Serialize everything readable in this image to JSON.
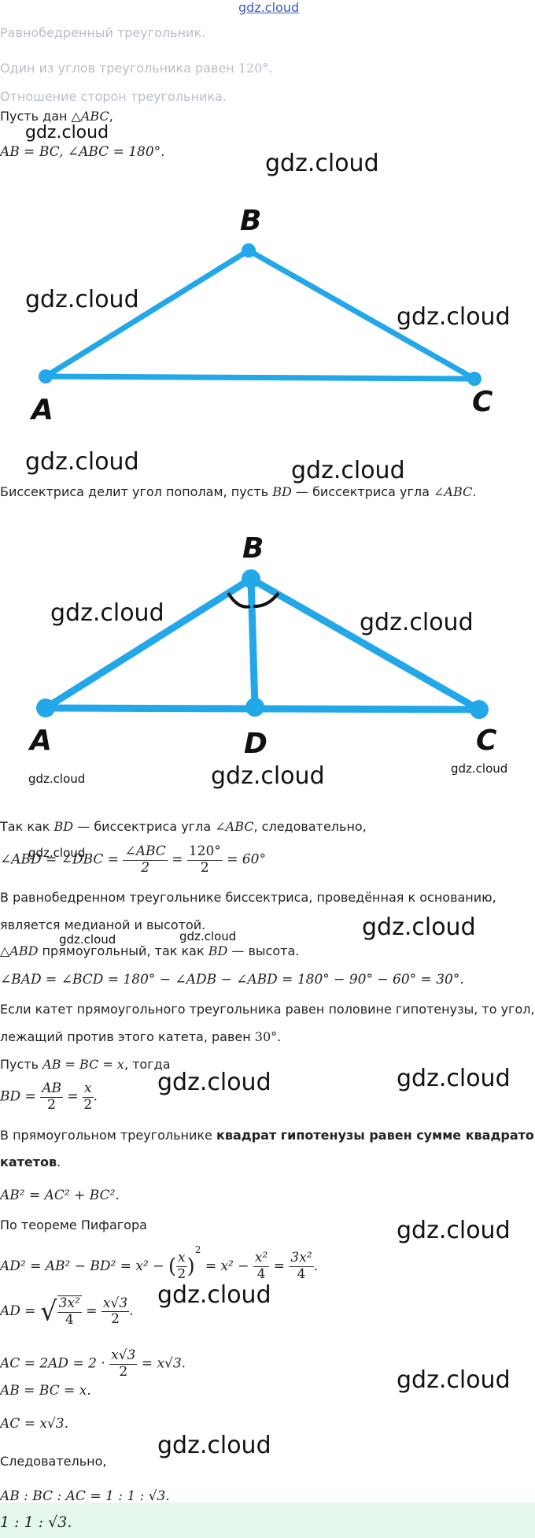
{
  "header": {
    "site_logo": "gdz.cloud"
  },
  "task": {
    "title": "Равнобедренный треугольник.",
    "condition_prefix": "Один из углов треугольника равен ",
    "condition_angle": "120°",
    "condition_suffix": ".",
    "question": "Отношение сторон треугольника."
  },
  "watermark": "gdz.cloud",
  "figure1": {
    "labels": {
      "A": "A",
      "B": "B",
      "C": "C"
    }
  },
  "figure2": {
    "labels": {
      "A": "A",
      "B": "B",
      "C": "C",
      "D": "D"
    }
  },
  "solution": {
    "given_prefix": "Пусть дан ",
    "given_tri": "△ABC",
    "given_suffix": ",",
    "eq1": "AB = BC, ∠ABC = 180°.",
    "bisector_text": "Биссектриса делит угол пополам, пусть ",
    "bisector_bd": "BD",
    "bisector_mid": " — биссектриса угла ",
    "bisector_angle": "∠ABC",
    "bisector_end": ".",
    "since_prefix": "Так как ",
    "since_bd": "BD",
    "since_mid": " — биссектриса угла ",
    "since_angle": "∠ABC",
    "since_end": ", следовательно,",
    "angle_eq_left": "∠ABD = ∠DBC =",
    "angle_frac1_num": "∠ABC",
    "angle_frac1_den": "2",
    "angle_eq_mid": "=",
    "angle_frac2_num": "120°",
    "angle_frac2_den": "2",
    "angle_eq_right": "= 60°",
    "iso_line1": "В равнобедренном треугольнике биссектриса, проведённая к основанию,",
    "iso_line2": "является медианой и высотой.",
    "right_tri": "△ABD",
    "right_mid": " прямоугольный, так как ",
    "right_bd": "BD",
    "right_end": " — высота.",
    "angle_sum": "∠BAD = ∠BCD = 180° − ∠ADB − ∠ABD = 180° − 90° − 60° = 30°.",
    "leg_line1": "Если катет прямоугольного треугольника равен половине гипотенузы, то угол,",
    "leg_line2_prefix": "лежащий против этого катета, равен ",
    "leg_angle": "30°",
    "leg_line2_end": ".",
    "let_prefix": "Пусть ",
    "let_eq": "AB = BC = x",
    "let_suffix": ", тогда",
    "bd_left": "BD =",
    "bd_frac1_num": "AB",
    "bd_frac1_den": "2",
    "bd_mid": "=",
    "bd_frac2_num": "x",
    "bd_frac2_den": "2",
    "bd_end": ".",
    "pyth_prefix": "В прямоугольном треугольнике ",
    "pyth_bold1": "квадрат гипотенузы равен сумме квадратов",
    "pyth_bold2": "катетов",
    "pyth_end": ".",
    "pyth_eq": "AB² = AC² + BC².",
    "by_theorem": "По теореме Пифагора",
    "ad2_left": "AD² = AB² − BD² = x² −",
    "ad2_paren_num": "x",
    "ad2_paren_den": "2",
    "ad2_exp": "2",
    "ad2_mid": "= x² −",
    "ad2_frac1_num": "x²",
    "ad2_frac1_den": "4",
    "ad2_eq": "=",
    "ad2_frac2_num": "3x²",
    "ad2_frac2_den": "4",
    "ad2_end": ".",
    "ad_left": "AD =",
    "ad_sqrt_num": "3x²",
    "ad_sqrt_den": "4",
    "ad_eq": "=",
    "ad_frac_num": "x√3",
    "ad_frac_den": "2",
    "ad_end": ".",
    "ac_left": "AC = 2AD = 2 ·",
    "ac_frac_num": "x√3",
    "ac_frac_den": "2",
    "ac_right": "= x√3.",
    "ab_bc": "AB = BC = x.",
    "ac_final": "AC = x√3.",
    "therefore": "Следовательно,",
    "ratio": "AB : BC : AC = 1 : 1 : √3."
  },
  "answer": {
    "value": "1 : 1 : √3."
  },
  "colors": {
    "figure_line": "#22a7e8",
    "answer_bg": "#e5f7ec",
    "logo": "#3b5cc4"
  }
}
